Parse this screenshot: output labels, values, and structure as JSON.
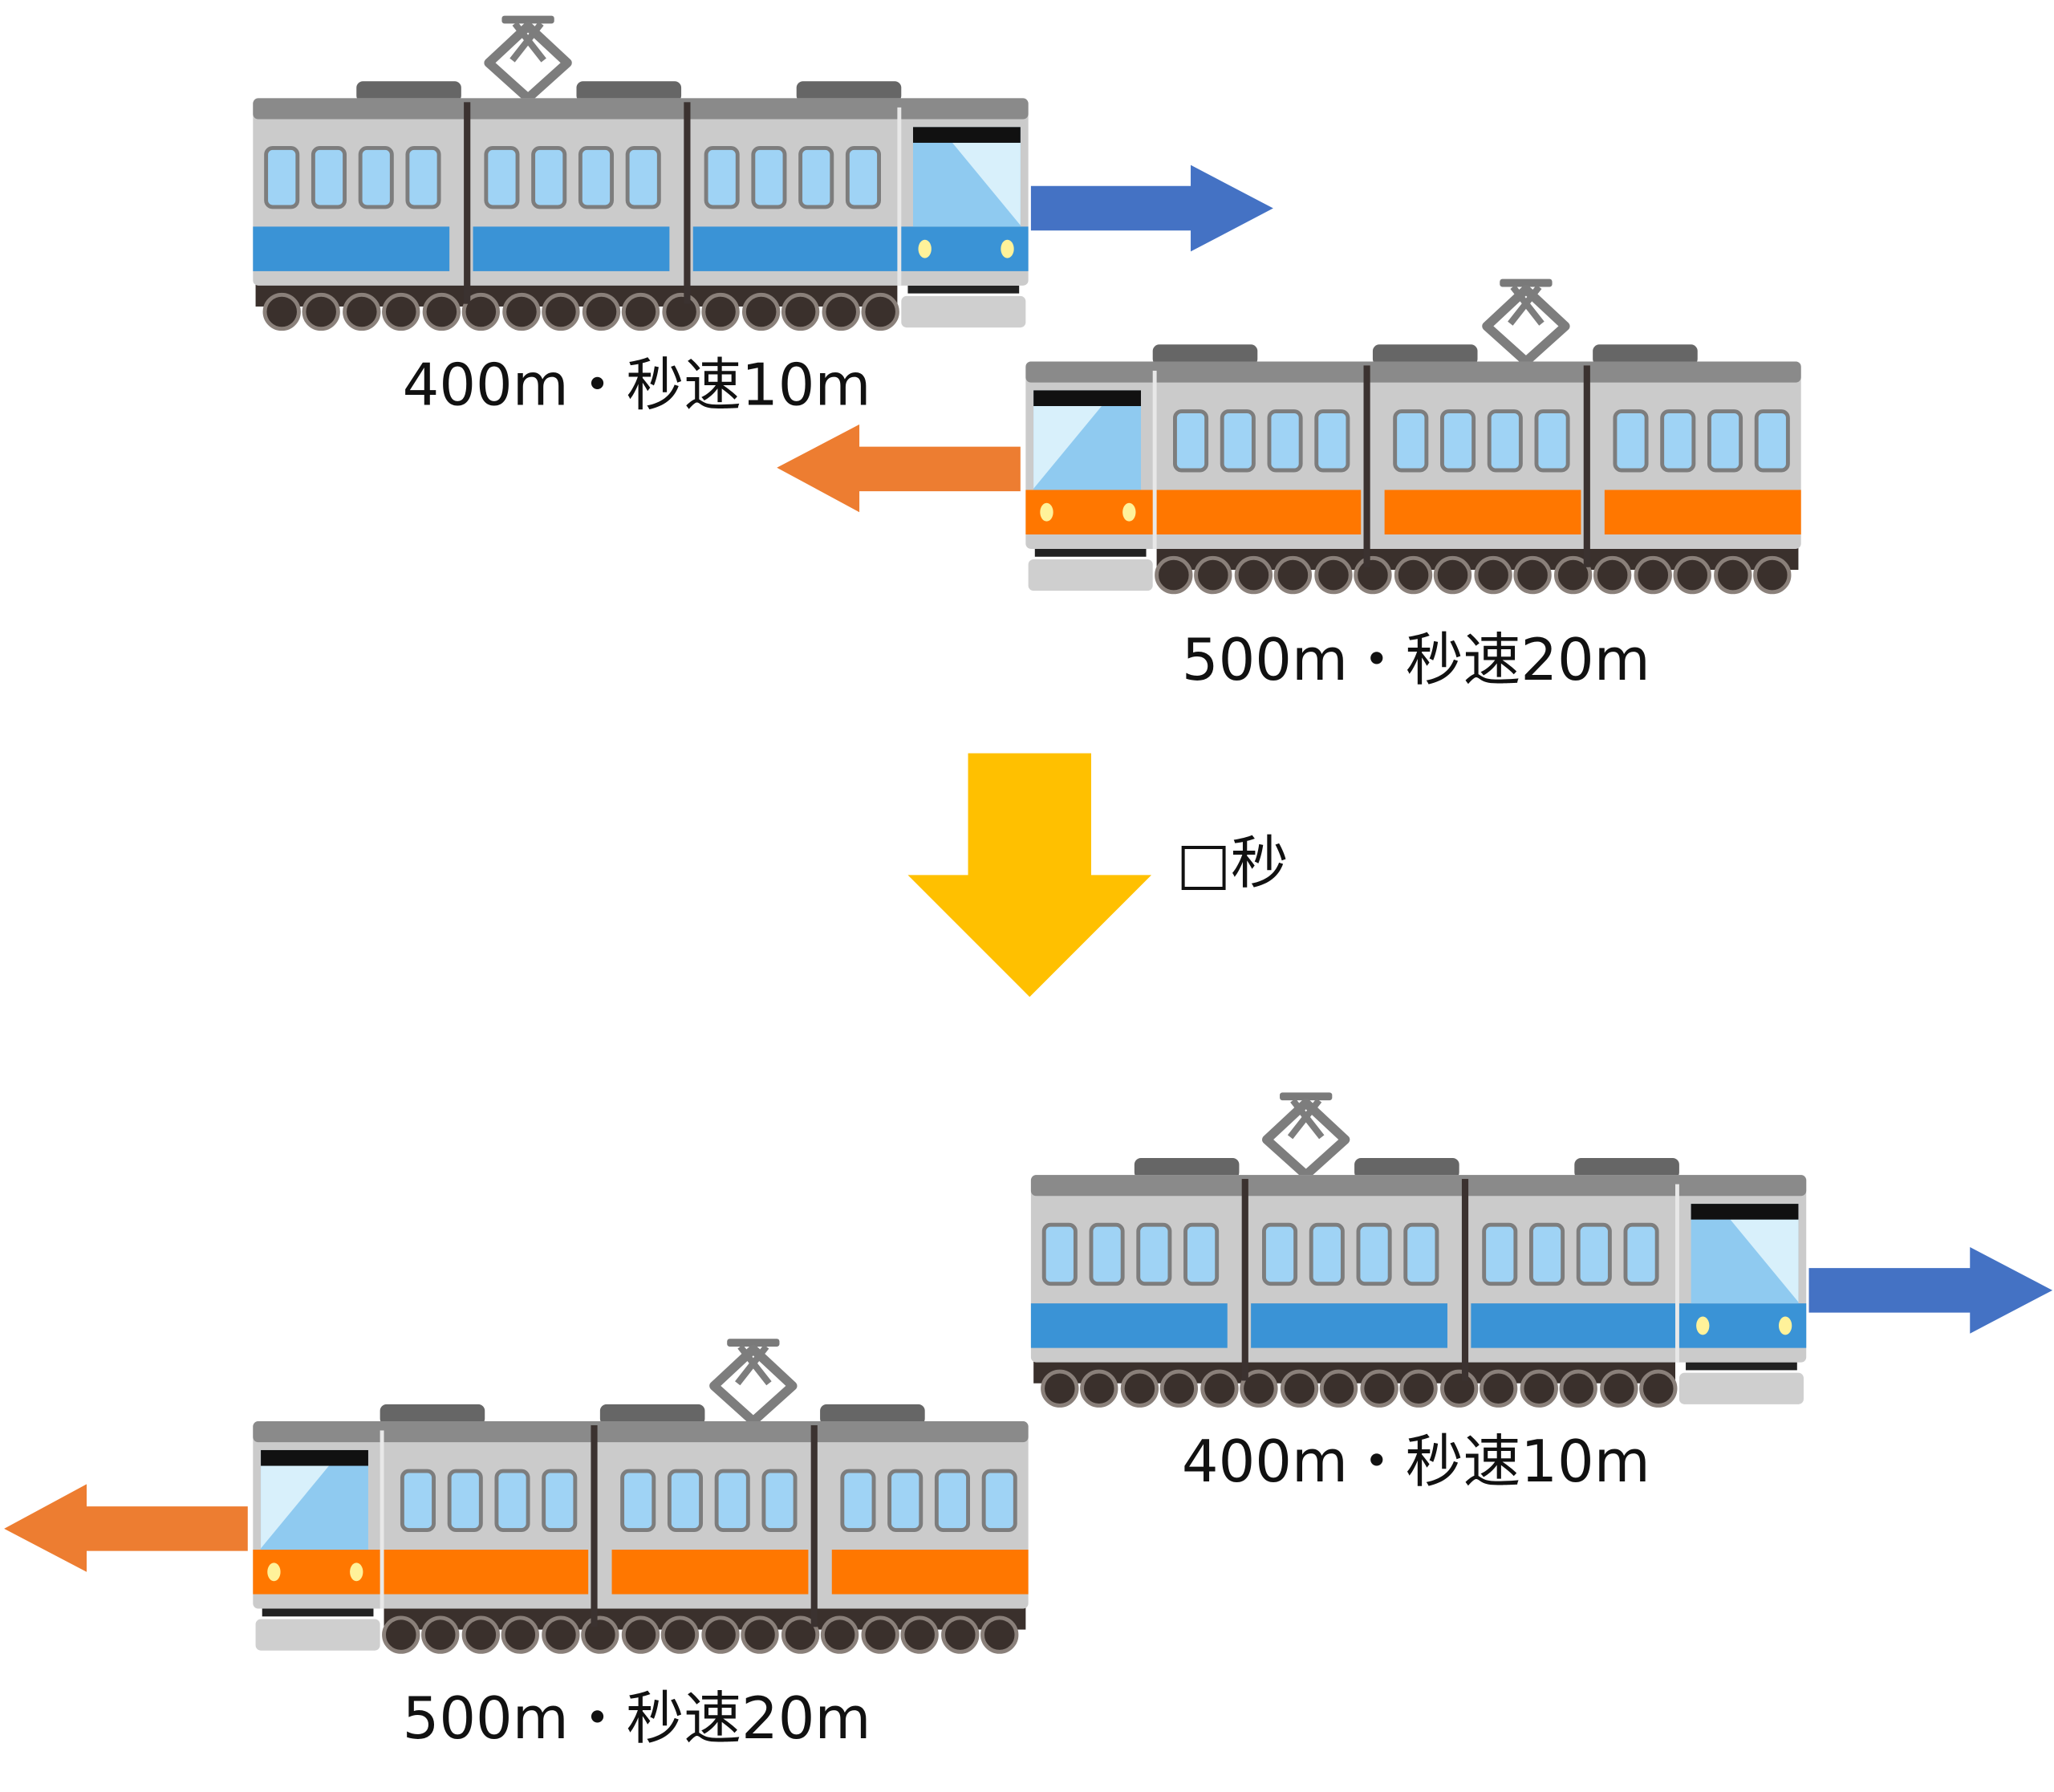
{
  "labels": {
    "top_blue": "400m・秒速10m",
    "top_orange": "500m・秒速20m",
    "elapsed": "□秒",
    "bottom_blue": "400m・秒速10m",
    "bottom_orange": "500m・秒速20m"
  },
  "colors": {
    "blue_arrow": "#4472c4",
    "orange_arrow": "#ed7d31",
    "time_arrow": "#ffc000",
    "blue_stripe": "#3a93d6",
    "orange_stripe": "#ff7700",
    "train_body": "#cbcbcb"
  },
  "trains": [
    {
      "color": "blue",
      "direction": "right"
    },
    {
      "color": "orange",
      "direction": "left"
    },
    {
      "color": "blue",
      "direction": "right"
    },
    {
      "color": "orange",
      "direction": "left"
    }
  ]
}
